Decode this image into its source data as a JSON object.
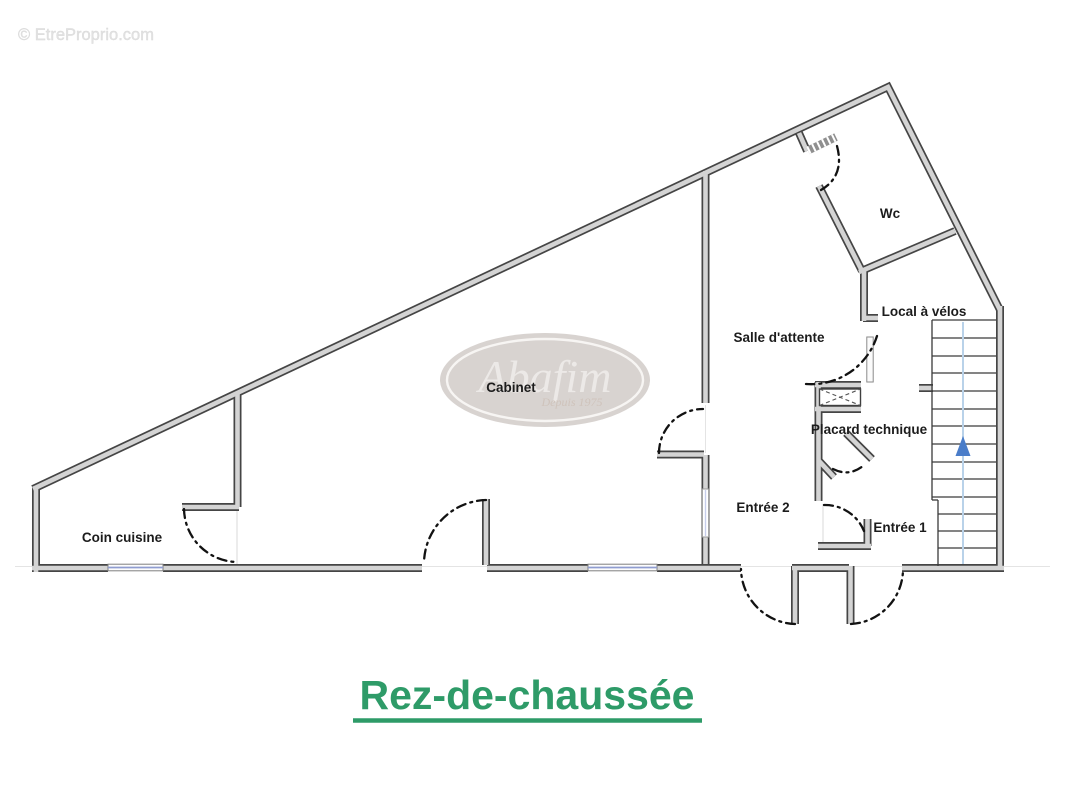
{
  "watermark": "© EtreProprio.com",
  "logo": {
    "name": "Abafim",
    "tagline": "Depuis 1975"
  },
  "rooms": {
    "wc": "Wc",
    "local_velos": "Local à vélos",
    "salle_attente": "Salle d'attente",
    "cabinet": "Cabinet",
    "placard_technique": "Placard technique",
    "entree_2": "Entrée 2",
    "entree_1": "Entrée 1",
    "coin_cuisine": "Coin cuisine"
  },
  "title": "Rez-de-chaussée",
  "colors": {
    "title_green": "#2E9B68",
    "wall_outline": "#454545",
    "wall_fill": "#d4d4d4",
    "window_blue": "#8f9cd0",
    "stair_centerline_blue": "#b9d2e9",
    "stair_arrow_blue": "#4a7dc9",
    "logo_fill": "#d8d3d0"
  }
}
